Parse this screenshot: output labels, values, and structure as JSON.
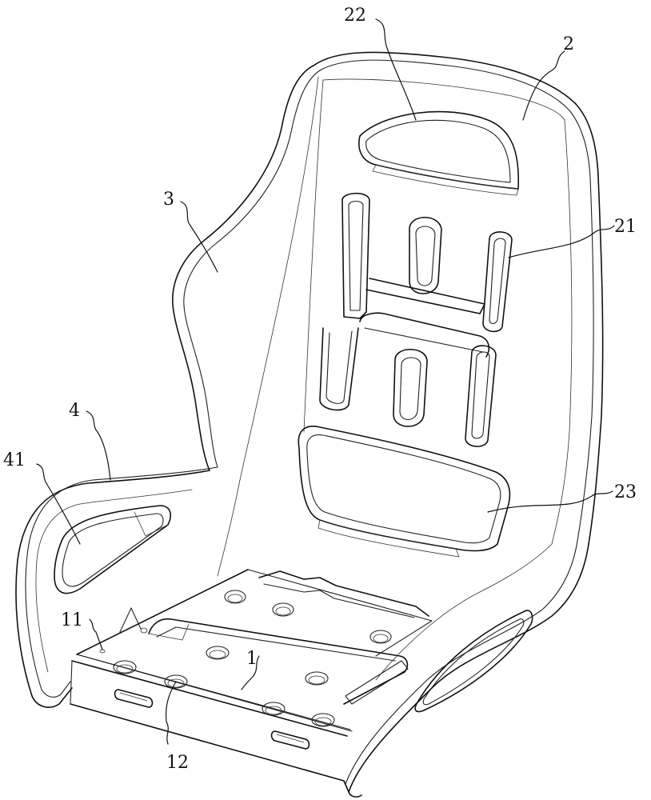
{
  "labels": {
    "l1": "1",
    "l2": "2",
    "l3": "3",
    "l4": "4",
    "l11": "11",
    "l12": "12",
    "l21": "21",
    "l22": "22",
    "l23": "23",
    "l41": "41"
  }
}
